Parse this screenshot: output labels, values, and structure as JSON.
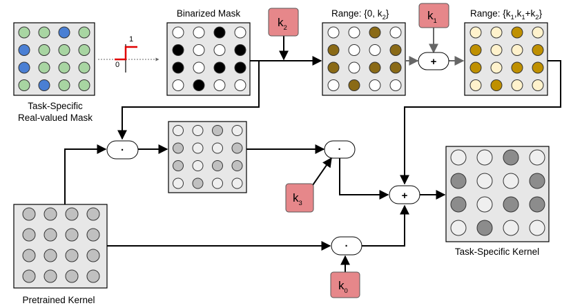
{
  "labels": {
    "binarized_mask": "Binarized Mask",
    "task_specific_line1": "Task-Specific",
    "task_specific_line2": "Real-valued Mask",
    "range1_main": "Range: {0, k",
    "range1_sub": "2",
    "range1_end": "}",
    "range2_main": "Range: {k",
    "range2_sub1": "1",
    "range2_mid": ",k",
    "range2_sub2": "1",
    "range2_mid2": "+k",
    "range2_sub3": "2",
    "range2_end": "}",
    "task_specific_kernel": "Task-Specific Kernel",
    "pretrained_kernel": "Pretrained Kernel",
    "step_one": "1",
    "step_zero": "0"
  },
  "constants": [
    {
      "id": "k2",
      "letter": "k",
      "sub": "2"
    },
    {
      "id": "k1",
      "letter": "k",
      "sub": "1"
    },
    {
      "id": "k3",
      "letter": "k",
      "sub": "3"
    },
    {
      "id": "k0",
      "letter": "k",
      "sub": "0"
    }
  ],
  "operators": {
    "multiply": "·",
    "add": "+"
  },
  "colors": {
    "mask_green": "#a8d5a2",
    "mask_blue": "#4a7fd4",
    "binary_black": "#000000",
    "binary_white": "#ffffff",
    "range1_gold": "#8a6a16",
    "range2_light": "#fff2cc",
    "range2_gold": "#bf9000",
    "gray_light": "#efefef",
    "gray_mid": "#c0c0c0",
    "gray_dark": "#8c8c8c",
    "constant_box": "#e6878a",
    "step_red": "#e00000"
  },
  "grids": {
    "real_mask": [
      [
        "green",
        "green",
        "blue",
        "green"
      ],
      [
        "blue",
        "green",
        "green",
        "green"
      ],
      [
        "blue",
        "green",
        "green",
        "green"
      ],
      [
        "green",
        "blue",
        "green",
        "green"
      ]
    ],
    "binarized": [
      [
        "white",
        "white",
        "black",
        "white"
      ],
      [
        "black",
        "white",
        "white",
        "black"
      ],
      [
        "black",
        "white",
        "black",
        "black"
      ],
      [
        "white",
        "black",
        "white",
        "white"
      ]
    ],
    "range_0_k2": [
      [
        "white",
        "white",
        "gold",
        "white"
      ],
      [
        "gold",
        "white",
        "white",
        "gold"
      ],
      [
        "gold",
        "white",
        "gold",
        "gold"
      ],
      [
        "white",
        "gold",
        "white",
        "white"
      ]
    ],
    "range_k1": [
      [
        "light",
        "light",
        "gold",
        "light"
      ],
      [
        "gold",
        "light",
        "light",
        "gold"
      ],
      [
        "gold",
        "light",
        "gold",
        "gold"
      ],
      [
        "light",
        "gold",
        "light",
        "light"
      ]
    ],
    "complement": [
      [
        "white",
        "white",
        "gray",
        "white"
      ],
      [
        "gray",
        "white",
        "white",
        "gray"
      ],
      [
        "gray",
        "white",
        "gray",
        "gray"
      ],
      [
        "white",
        "gray",
        "white",
        "white"
      ]
    ],
    "pretrained": [
      [
        "gray",
        "gray",
        "gray",
        "gray"
      ],
      [
        "gray",
        "gray",
        "gray",
        "gray"
      ],
      [
        "gray",
        "gray",
        "gray",
        "gray"
      ],
      [
        "gray",
        "gray",
        "gray",
        "gray"
      ]
    ],
    "task_kernel": [
      [
        "light",
        "light",
        "dark",
        "light"
      ],
      [
        "dark",
        "light",
        "light",
        "dark"
      ],
      [
        "dark",
        "light",
        "dark",
        "dark"
      ],
      [
        "light",
        "dark",
        "light",
        "light"
      ]
    ]
  }
}
